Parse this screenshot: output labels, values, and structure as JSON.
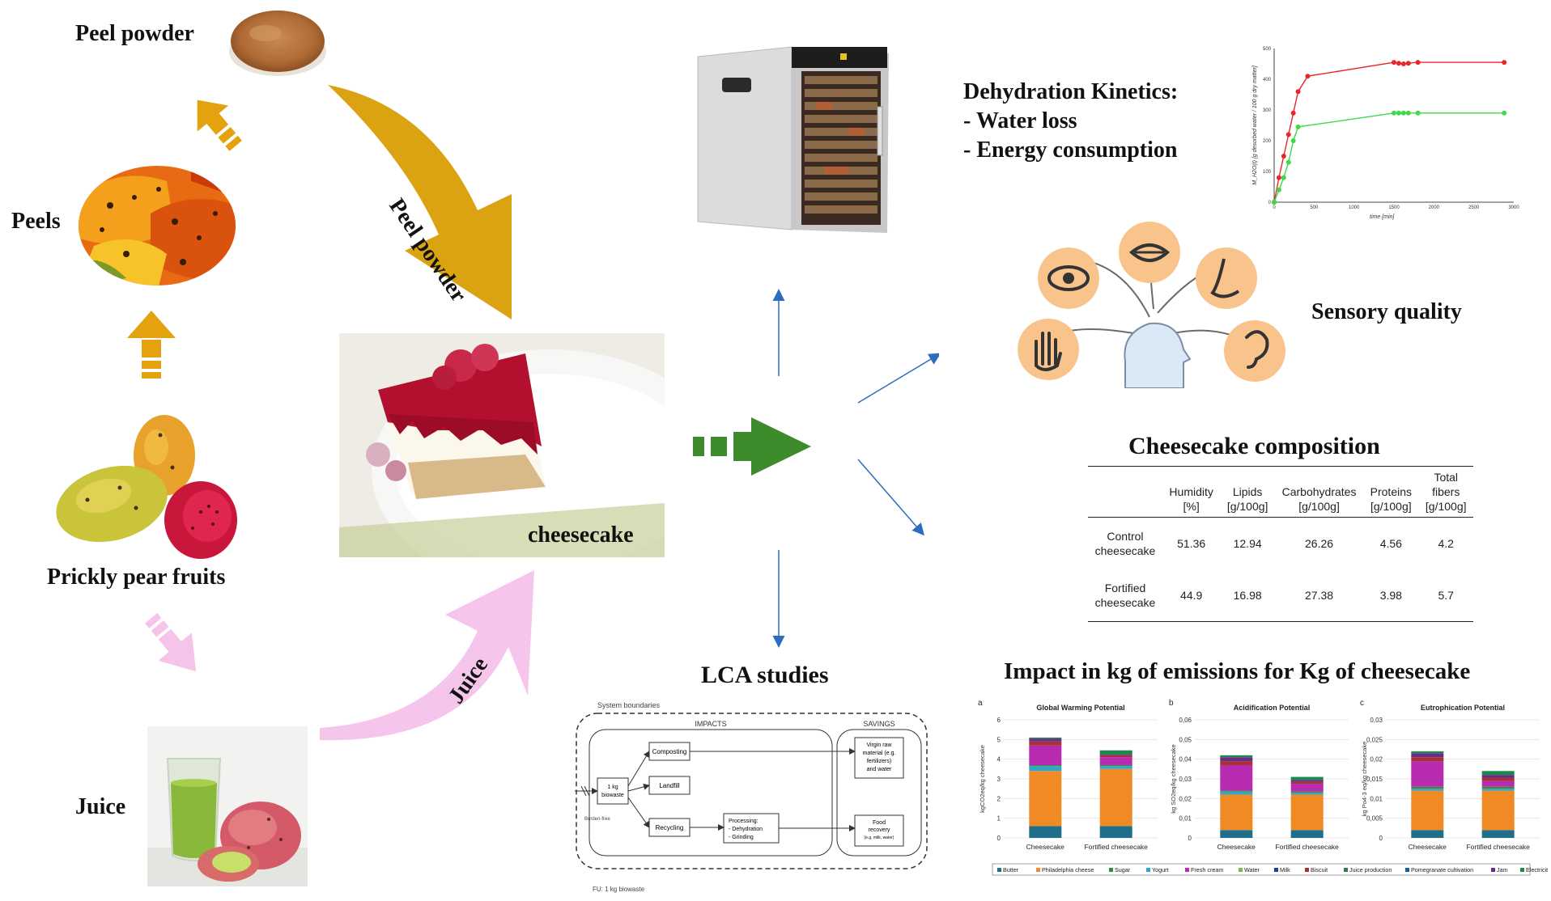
{
  "sources": {
    "peel_powder": "Peel powder",
    "peels": "Peels",
    "prickly_pear_fruits": "Prickly pear fruits",
    "juice": "Juice",
    "arrow_peel_powder": "Peel powder",
    "arrow_juice": "Juice",
    "cheesecake": "cheesecake"
  },
  "dehydration": {
    "title": "Dehydration Kinetics:",
    "items": [
      "- Water loss",
      "- Energy consumption"
    ]
  },
  "kinetics_chart": {
    "type": "line",
    "ylabel": "M_H2O(t) [g desorbed water / 100 g dry matter]",
    "xlabel": "time [min]",
    "x_ticks": [
      "0",
      "500",
      "1000",
      "1500",
      "2000",
      "2500",
      "3000"
    ],
    "y_ticks": [
      "0",
      "100",
      "200",
      "300",
      "400",
      "500"
    ],
    "xlim": [
      0,
      3000
    ],
    "ylim": [
      0,
      500
    ],
    "series": [
      {
        "color": "#e8262b",
        "x": [
          0,
          60,
          120,
          180,
          240,
          300,
          420,
          1500,
          1560,
          1620,
          1680,
          1800,
          2880
        ],
        "y": [
          0,
          80,
          150,
          220,
          290,
          360,
          410,
          455,
          452,
          450,
          452,
          455,
          455
        ]
      },
      {
        "color": "#3fd94a",
        "x": [
          0,
          60,
          120,
          180,
          240,
          300,
          1500,
          1560,
          1620,
          1680,
          1800,
          2880
        ],
        "y": [
          0,
          40,
          80,
          130,
          200,
          245,
          290,
          290,
          290,
          290,
          290,
          290
        ]
      }
    ]
  },
  "sensory": {
    "title": "Sensory quality"
  },
  "composition": {
    "title": "Cheesecake composition",
    "headers": [
      [
        "",
        ""
      ],
      [
        "Humidity",
        "[%]"
      ],
      [
        "Lipids",
        "[g/100g]"
      ],
      [
        "Carbohydrates",
        "[g/100g]"
      ],
      [
        "Proteins",
        "[g/100g]"
      ],
      [
        "Total",
        "fibers",
        "[g/100g]"
      ]
    ],
    "rows": [
      {
        "name": [
          "Control",
          "cheesecake"
        ],
        "values": [
          "51.36",
          "12.94",
          "26.26",
          "4.56",
          "4.2"
        ]
      },
      {
        "name": [
          "Fortified",
          "cheesecake"
        ],
        "values": [
          "44.9",
          "16.98",
          "27.38",
          "3.98",
          "5.7"
        ]
      }
    ]
  },
  "lca": {
    "title": "LCA studies",
    "system_boundaries": "System boundaries",
    "impacts": "IMPACTS",
    "savings": "SAVINGS",
    "biowaste": [
      "1 kg",
      "biowaste"
    ],
    "burden_free": "Burden-free",
    "composting": "Composting",
    "landfill": "Landfill",
    "recycling": "Recycling",
    "processing": [
      "Processing:",
      "-   Dehydration",
      "-   Grinding"
    ],
    "virgin": [
      "Virgin raw",
      "material (e.g.",
      "fertilizers)",
      "and water"
    ],
    "food_recovery": [
      "Food",
      "recovery",
      "(e.g. milk, water)"
    ],
    "fu": "FU: 1 kg biowaste"
  },
  "impact": {
    "title": "Impact in kg of emissions for Kg of cheesecake",
    "legend_items": [
      "Butter",
      "Philadelphia cheese",
      "Sugar",
      "Yogurt",
      "Fresh cream",
      "Water",
      "Milk",
      "Biscuit",
      "Juice production",
      "Pomegranate cultivation",
      "Jam",
      "Electricity"
    ],
    "legend_colors": [
      "#1f6f8b",
      "#f08a24",
      "#3b8a3b",
      "#33a7c9",
      "#b62bb0",
      "#70c24b",
      "#25408f",
      "#a83232",
      "#2f7d4a",
      "#1d5c8e",
      "#6a2a8a",
      "#1a8a4a"
    ]
  },
  "chart_data": [
    {
      "type": "bar",
      "panel": "a",
      "title": "Global Warming Potential",
      "ylabel": "kgCO2eq/kg cheesecake",
      "categories": [
        "Cheesecake",
        "Fortified cheesecake"
      ],
      "ylim": [
        0,
        6
      ],
      "y_ticks": [
        "0",
        "1",
        "2",
        "3",
        "4",
        "5",
        "6"
      ],
      "stack_order": [
        "Butter",
        "Philadelphia cheese",
        "Yogurt",
        "Sugar",
        "Fresh cream",
        "Biscuit",
        "Jam",
        "Electricity"
      ],
      "series": [
        {
          "name": "Butter",
          "values": [
            0.6,
            0.6
          ]
        },
        {
          "name": "Philadelphia cheese",
          "values": [
            2.8,
            2.9
          ]
        },
        {
          "name": "Yogurt",
          "values": [
            0.25,
            0.15
          ]
        },
        {
          "name": "Sugar",
          "values": [
            0.05,
            0.05
          ]
        },
        {
          "name": "Fresh cream",
          "values": [
            1.0,
            0.4
          ]
        },
        {
          "name": "Biscuit",
          "values": [
            0.2,
            0.1
          ]
        },
        {
          "name": "Jam",
          "values": [
            0.15,
            0.05
          ]
        },
        {
          "name": "Electricity",
          "values": [
            0.05,
            0.2
          ]
        }
      ]
    },
    {
      "type": "bar",
      "panel": "b",
      "title": "Acidification Potential",
      "ylabel": "kg SO2eq/kg cheesecake",
      "categories": [
        "Cheesecake",
        "Fortified cheesecake"
      ],
      "ylim": [
        0,
        0.06
      ],
      "y_ticks": [
        "0",
        "0,01",
        "0,02",
        "0,03",
        "0,04",
        "0,05",
        "0,06"
      ],
      "stack_order": [
        "Butter",
        "Philadelphia cheese",
        "Yogurt",
        "Sugar",
        "Fresh cream",
        "Biscuit",
        "Jam",
        "Electricity"
      ],
      "series": [
        {
          "name": "Butter",
          "values": [
            0.004,
            0.004
          ]
        },
        {
          "name": "Philadelphia cheese",
          "values": [
            0.018,
            0.018
          ]
        },
        {
          "name": "Yogurt",
          "values": [
            0.0015,
            0.001
          ]
        },
        {
          "name": "Sugar",
          "values": [
            0.0005,
            0.0005
          ]
        },
        {
          "name": "Fresh cream",
          "values": [
            0.013,
            0.004
          ]
        },
        {
          "name": "Biscuit",
          "values": [
            0.002,
            0.001
          ]
        },
        {
          "name": "Jam",
          "values": [
            0.002,
            0.001
          ]
        },
        {
          "name": "Electricity",
          "values": [
            0.001,
            0.0015
          ]
        }
      ]
    },
    {
      "type": "bar",
      "panel": "c",
      "title": "Eutrophication Potential",
      "ylabel": "kg Po4-3 eq/kg cheesecake",
      "categories": [
        "Cheesecake",
        "Fortified cheesecake"
      ],
      "ylim": [
        0,
        0.03
      ],
      "y_ticks": [
        "0",
        "0,005",
        "0,01",
        "0,015",
        "0,02",
        "0,025",
        "0,03"
      ],
      "stack_order": [
        "Butter",
        "Philadelphia cheese",
        "Yogurt",
        "Sugar",
        "Fresh cream",
        "Biscuit",
        "Jam",
        "Electricity"
      ],
      "series": [
        {
          "name": "Butter",
          "values": [
            0.002,
            0.002
          ]
        },
        {
          "name": "Philadelphia cheese",
          "values": [
            0.01,
            0.01
          ]
        },
        {
          "name": "Yogurt",
          "values": [
            0.0005,
            0.0005
          ]
        },
        {
          "name": "Sugar",
          "values": [
            0.0005,
            0.0005
          ]
        },
        {
          "name": "Fresh cream",
          "values": [
            0.0065,
            0.0015
          ]
        },
        {
          "name": "Biscuit",
          "values": [
            0.001,
            0.0008
          ]
        },
        {
          "name": "Jam",
          "values": [
            0.001,
            0.0007
          ]
        },
        {
          "name": "Electricity",
          "values": [
            0.0005,
            0.001
          ]
        }
      ]
    }
  ]
}
